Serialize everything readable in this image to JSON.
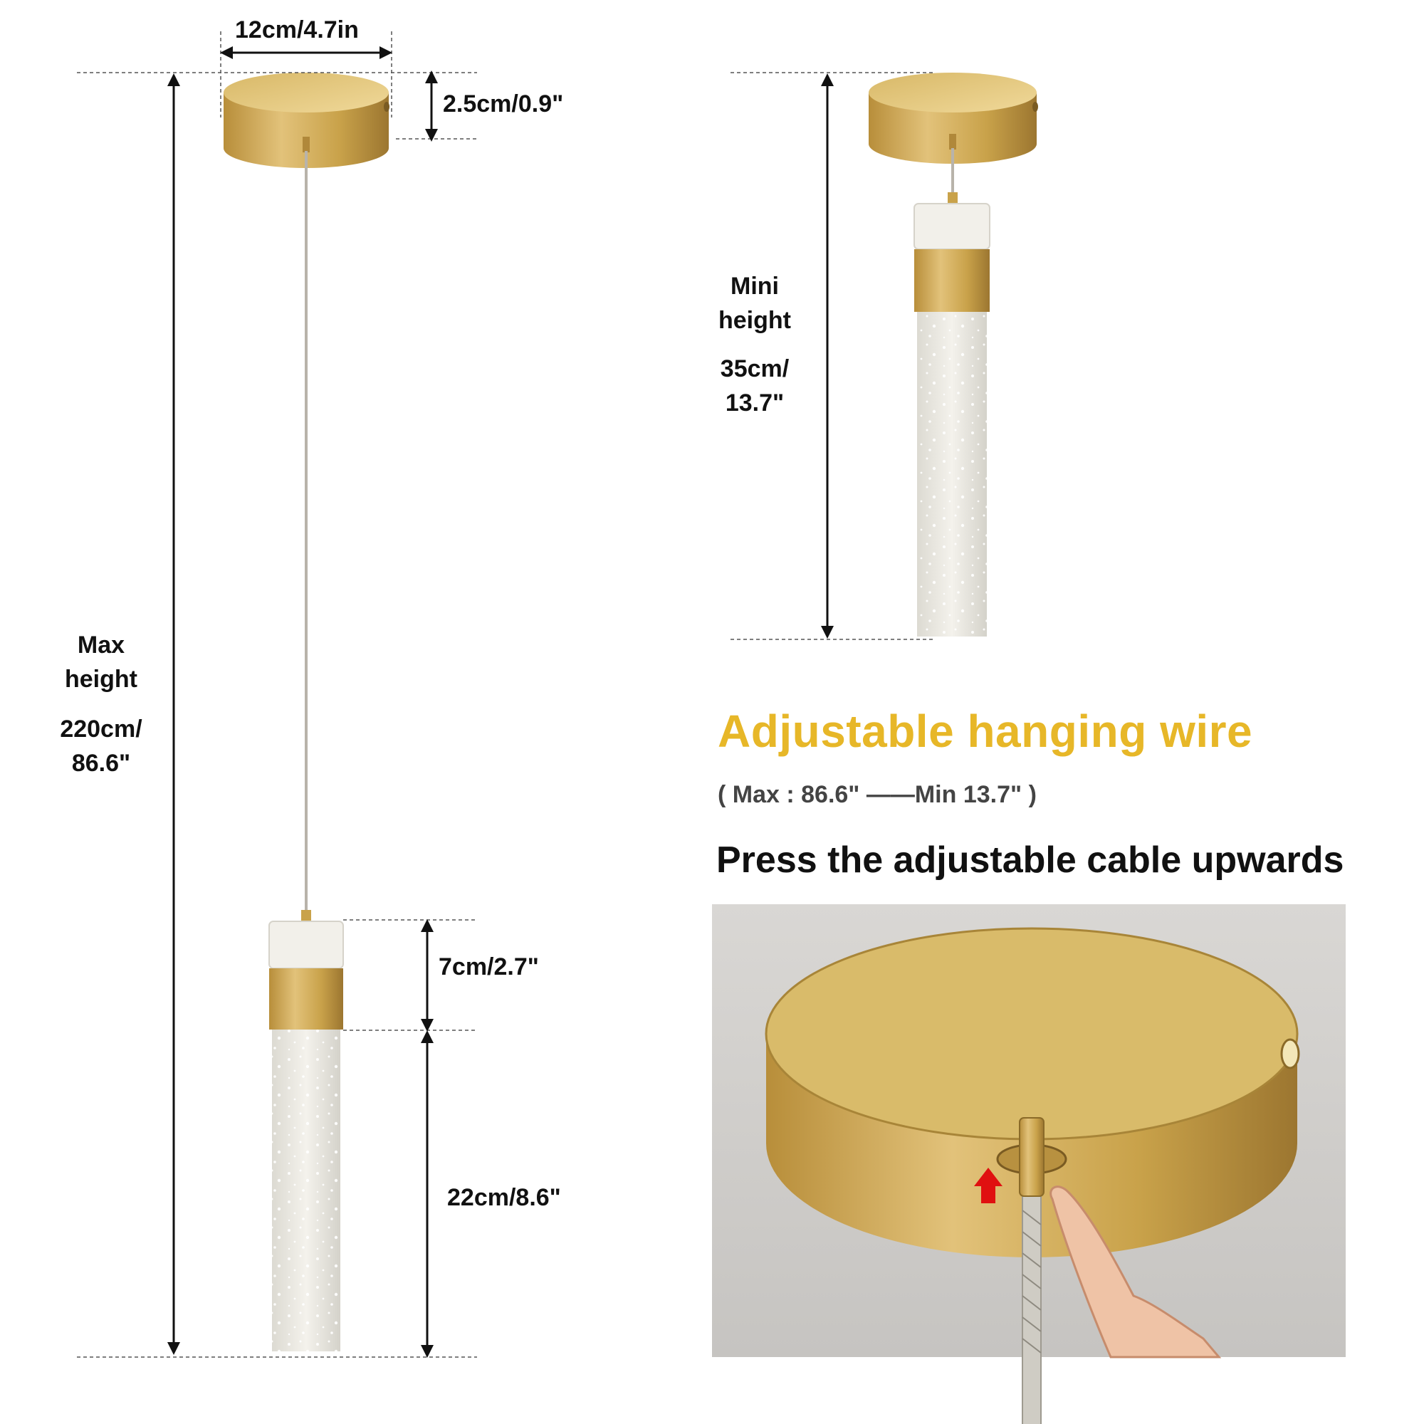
{
  "dimensions": {
    "canopy_width": "12cm/4.7in",
    "canopy_height": "2.5cm/0.9\"",
    "shade_top": "7cm/2.7\"",
    "shade_bottom": "22cm/8.6\"",
    "max_label": "Max\nheight",
    "max_value": "220cm/\n86.6\"",
    "mini_label": "Mini\nheight",
    "mini_value": "35cm/\n13.7\""
  },
  "heading": "Adjustable hanging wire",
  "range_note": "( Max  : 86.6\" ——Min 13.7\" )",
  "instruction": "Press the adjustable cable upwards",
  "colors": {
    "heading": "#e7b728",
    "brass": "#c9a24a",
    "arrow": "#e01010"
  },
  "icons": [
    "up-arrow-icon",
    "pointing-hand-icon"
  ]
}
